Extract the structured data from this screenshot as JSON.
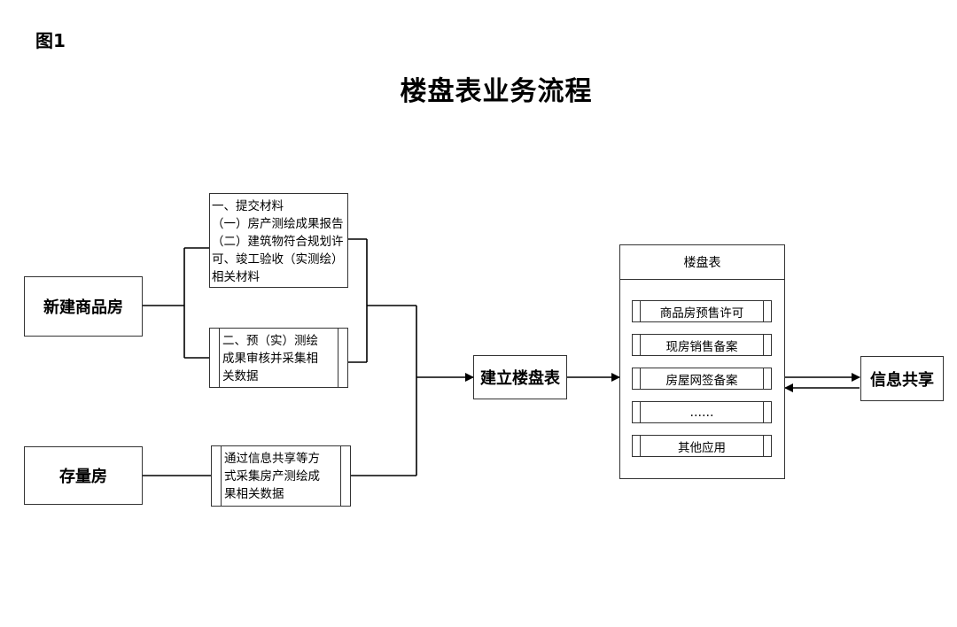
{
  "figure_label": "图1",
  "title": "楼盘表业务流程",
  "nodes": {
    "new_house": "新建商品房",
    "stock_house": "存量房",
    "submit_materials": [
      "一、提交材料",
      "（一）房产测绘成果报告",
      "（二）建筑物符合规划许",
      "可、竣工验收（实测绘）",
      "相关材料"
    ],
    "survey_review": [
      "二、预（实）测绘",
      "成果审核并采集相",
      "关数据"
    ],
    "info_share_collect": [
      "通过信息共享等方",
      "式采集房产测绘成",
      "果相关数据"
    ],
    "build_table": "建立楼盘表",
    "table_header": "楼盘表",
    "table_items": [
      "商品房预售许可",
      "现房销售备案",
      "房屋网签备案",
      "……",
      "其他应用"
    ],
    "info_share": "信息共享"
  }
}
